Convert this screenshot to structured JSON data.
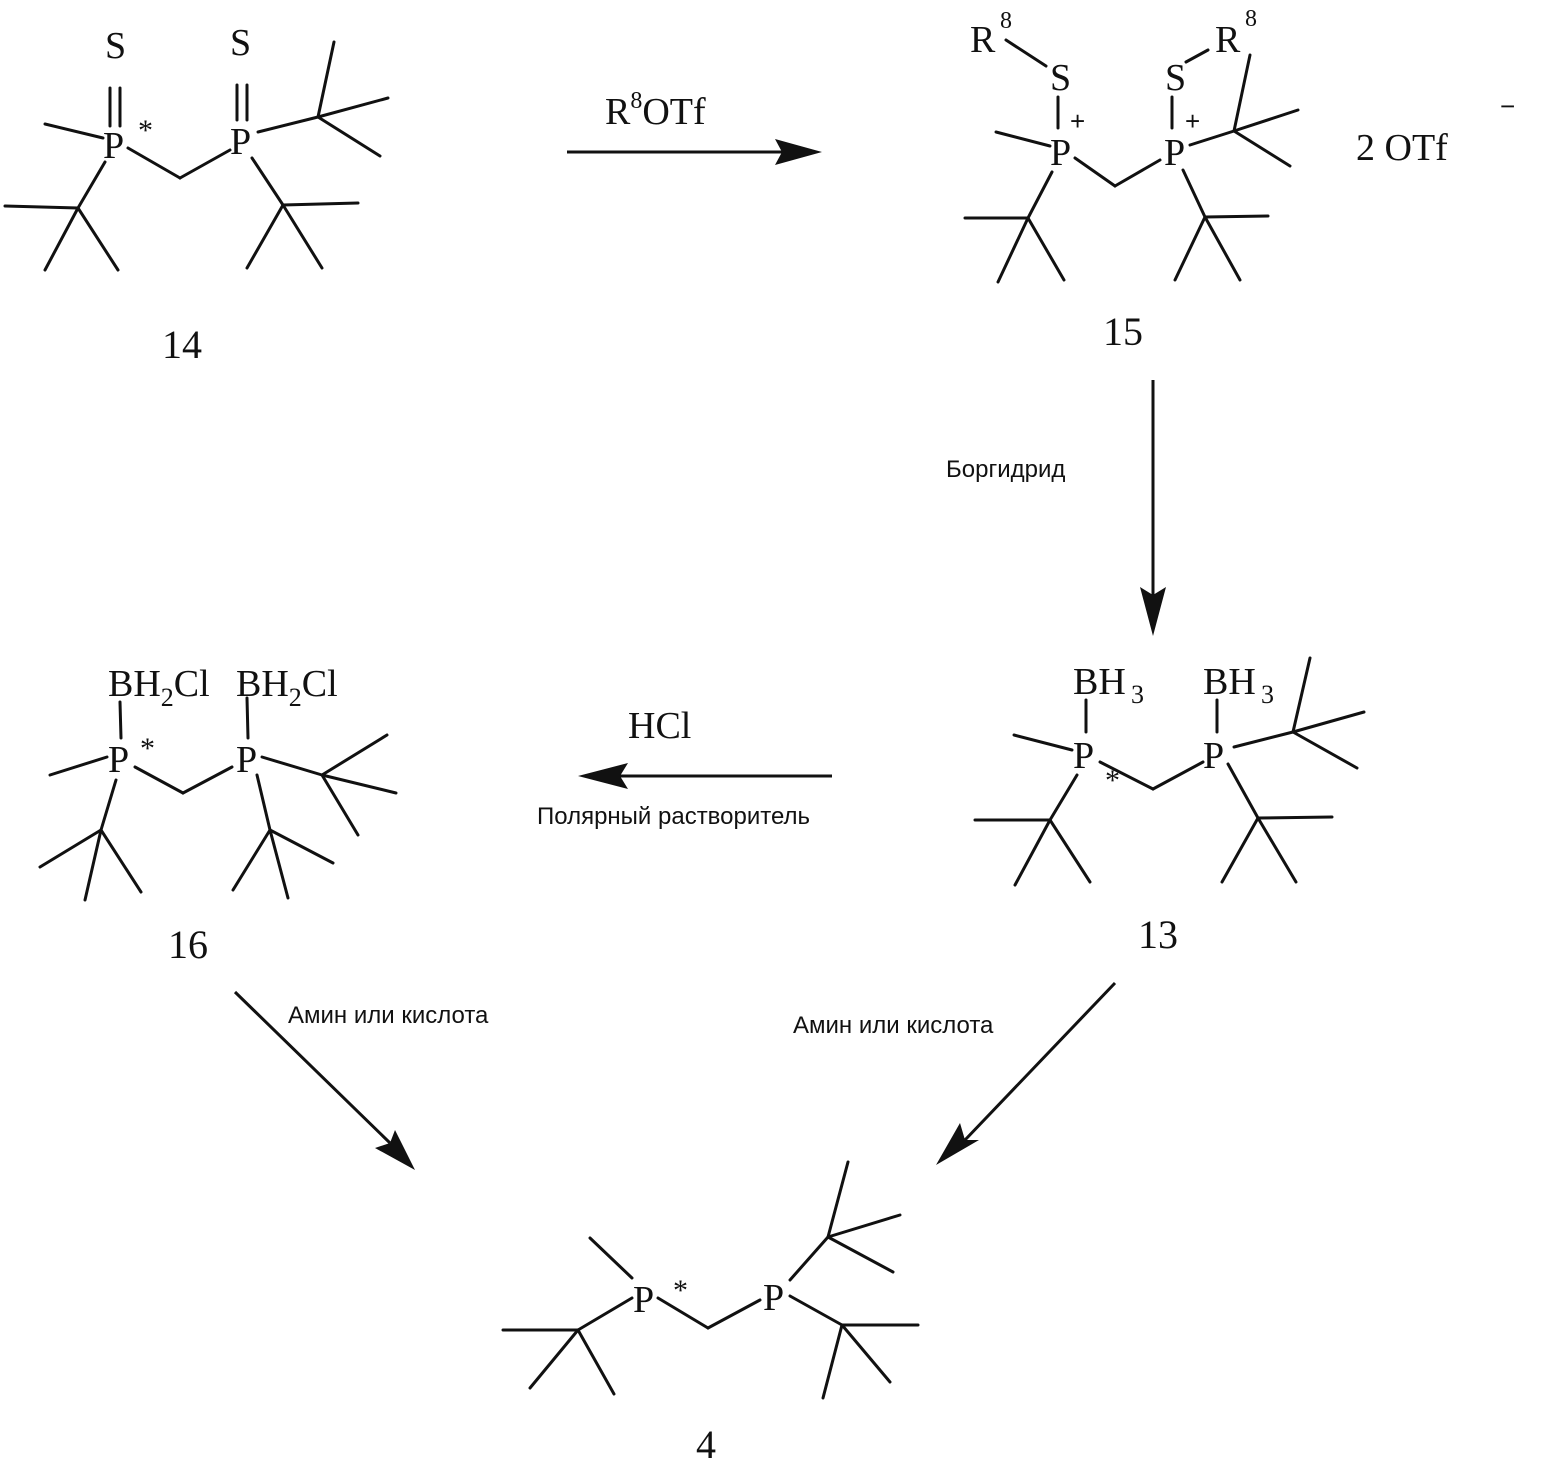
{
  "scheme": {
    "type": "reaction-scheme",
    "compounds": [
      {
        "id": "14",
        "label": "14",
        "p1": {
          "atom": "P",
          "stereo": "*",
          "substituent": "S",
          "bond": "double"
        },
        "p2": {
          "atom": "P",
          "substituent": "S",
          "bond": "double"
        }
      },
      {
        "id": "15",
        "label": "15",
        "p1": {
          "atom": "P",
          "charge": "+",
          "substituent": "S",
          "r_group": "R",
          "r_sup": "8"
        },
        "p2": {
          "atom": "P",
          "charge": "+",
          "substituent": "S",
          "r_group": "R",
          "r_sup": "8"
        },
        "counterion": {
          "text": "2 OTf",
          "charge": "−"
        }
      },
      {
        "id": "13",
        "label": "13",
        "p1": {
          "atom": "P",
          "stereo": "*",
          "substituent": "BH",
          "sub_sub": "3"
        },
        "p2": {
          "atom": "P",
          "substituent": "BH",
          "sub_sub": "3"
        }
      },
      {
        "id": "16",
        "label": "16",
        "p1": {
          "atom": "P",
          "stereo": "*",
          "substituent_a": "BH",
          "sub_sub": "2",
          "substituent_b": "Cl"
        },
        "p2": {
          "atom": "P",
          "substituent_a": "BH",
          "sub_sub": "2",
          "substituent_b": "Cl"
        }
      },
      {
        "id": "4",
        "label": "4",
        "p1": {
          "atom": "P",
          "stereo": "*"
        },
        "p2": {
          "atom": "P"
        }
      }
    ],
    "arrows": [
      {
        "from": "14",
        "to": "15",
        "reagent_main": "R",
        "reagent_sup": "8",
        "reagent_rest": "OTf"
      },
      {
        "from": "15",
        "to": "13",
        "condition": "Боргидрид"
      },
      {
        "from": "13",
        "to": "16",
        "reagent": "HCl",
        "condition": "Полярный растворитель"
      },
      {
        "from": "16",
        "to": "4",
        "condition": "Амин или кислота"
      },
      {
        "from": "13",
        "to": "4",
        "condition": "Амин или кислота"
      }
    ]
  }
}
